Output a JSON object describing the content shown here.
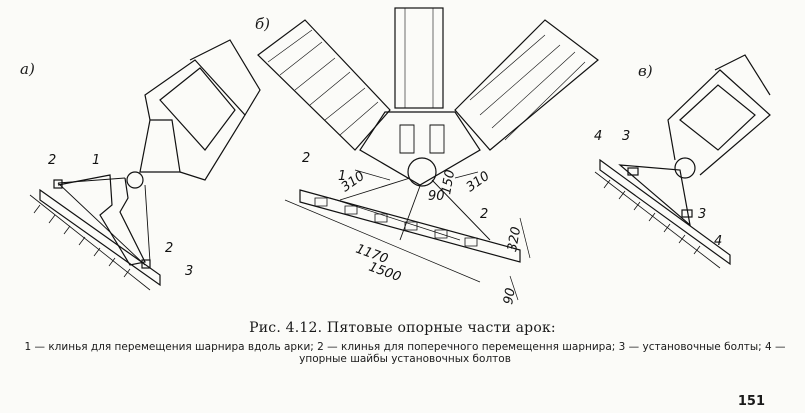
{
  "figure": {
    "panels": {
      "a": "а)",
      "b": "б)",
      "v": "в)"
    },
    "callouts": {
      "a_2_top": "2",
      "a_1": "1",
      "a_2_bottom": "2",
      "a_3": "3",
      "b_2_left": "2",
      "b_1": "1",
      "b_2_right": "2",
      "v_4_top": "4",
      "v_3_top": "3",
      "v_3_bottom": "3",
      "v_4_bottom": "4"
    },
    "dimensions": {
      "d310_left": "310",
      "d150": "150",
      "d310_right": "310",
      "d90_mid": "90",
      "d1170": "1170",
      "d1500": "1500",
      "d320": "320",
      "d90_right": "90"
    }
  },
  "caption": "Рис. 4.12. Пятовые опорные части арок:",
  "legend": "1 — клинья для перемещения шарнира вдоль арки; 2 — клинья для поперечного перемещення шарнира; 3 — установочные болты; 4 — упорные шайбы установочных болтов",
  "page_number": "151"
}
